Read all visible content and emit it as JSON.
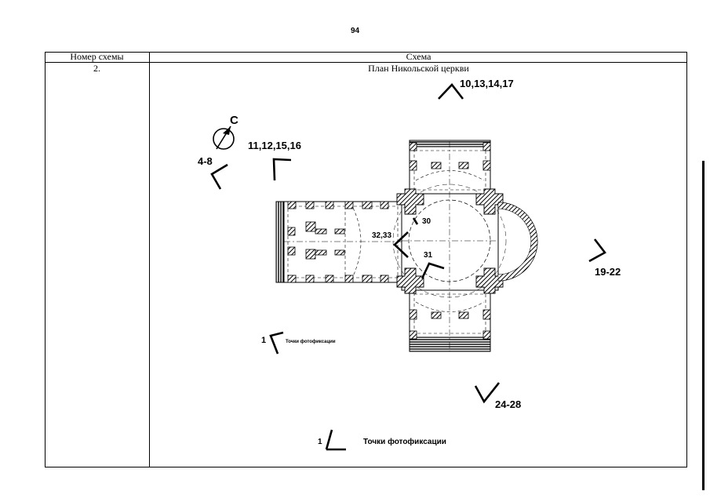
{
  "page_number": "94",
  "table": {
    "col_scheme_number": "Номер схемы",
    "col_scheme": "Схема",
    "row_number": "2.",
    "plan_title": "План Никольской церкви"
  },
  "north_label": "С",
  "photo_points": {
    "p10_17": "10,13,14,17",
    "p11_16": "11,12,15,16",
    "p4_8": "4-8",
    "p30": "30",
    "p32_33": "32,33",
    "p31": "31",
    "p19_22": "19-22",
    "p24_28": "24-28",
    "p1": "1"
  },
  "legend": {
    "number": "1",
    "label": "Точки фотофиксации"
  },
  "colors": {
    "ink": "#000000",
    "paper": "#ffffff"
  }
}
